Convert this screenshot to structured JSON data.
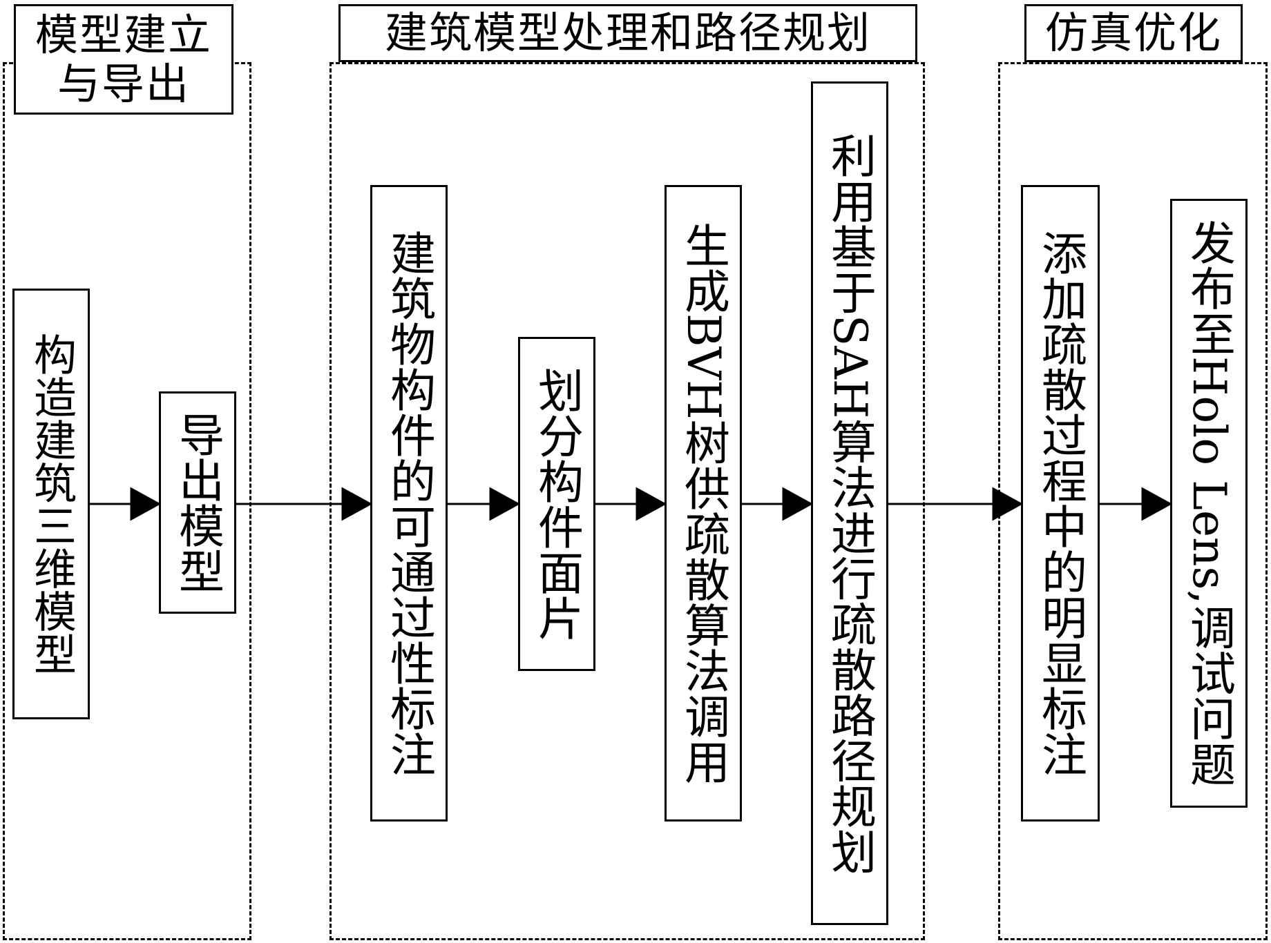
{
  "groups": [
    {
      "id": "g1",
      "title": "模型建立\n与导出"
    },
    {
      "id": "g2",
      "title": "建筑模型处理和路径规划"
    },
    {
      "id": "g3",
      "title": "仿真优化"
    }
  ],
  "nodes": [
    {
      "id": "n1",
      "label": "构造建筑三维模型"
    },
    {
      "id": "n2",
      "label": "导出模型"
    },
    {
      "id": "n3",
      "label": "建筑物构件的可通过性标注"
    },
    {
      "id": "n4",
      "label": "划分构件面片"
    },
    {
      "id": "n5",
      "label": "生成BVH树供疏散算法调用"
    },
    {
      "id": "n6",
      "label": "利用基于SAH算法进行疏散路径规划"
    },
    {
      "id": "n7",
      "label": "添加疏散过程中的明显标注"
    },
    {
      "id": "n8",
      "label": "发布至Holo Lens,调试问题"
    }
  ],
  "edges": [
    {
      "from": "n1",
      "to": "n2"
    },
    {
      "from": "n2",
      "to": "n3"
    },
    {
      "from": "n3",
      "to": "n4"
    },
    {
      "from": "n4",
      "to": "n5"
    },
    {
      "from": "n5",
      "to": "n6"
    },
    {
      "from": "n6",
      "to": "n7"
    },
    {
      "from": "n7",
      "to": "n8"
    }
  ],
  "colors": {
    "line": "#000000",
    "background": "#ffffff"
  }
}
